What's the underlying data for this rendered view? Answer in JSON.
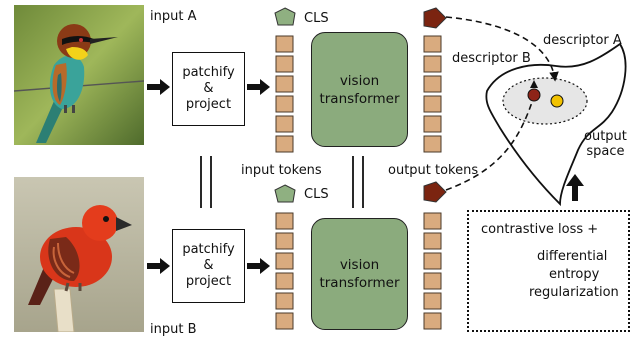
{
  "labels": {
    "input_a": "input A",
    "input_b": "input B",
    "patchify": [
      "patchify",
      "&",
      "project"
    ],
    "cls": "CLS",
    "vision_transformer": [
      "vision",
      "transformer"
    ],
    "input_tokens": "input tokens",
    "output_tokens": "output tokens",
    "descriptor_a": "descriptor A",
    "descriptor_b": "descriptor B",
    "output_space": [
      "output",
      "space"
    ],
    "loss": [
      "contrastive loss +",
      "differential",
      "entropy",
      "regularization"
    ]
  },
  "images": {
    "input_a": "bee-eater bird perched on wire",
    "input_b": "red bishop bird perched on post"
  },
  "colors": {
    "token": "#d9ab7f",
    "cls_input": "#8fb081",
    "cls_output": "#7b2410",
    "vit": "#8bab7d",
    "manifold_ellipse": "#e6e6e6",
    "dot_a": "#f2c200",
    "dot_b": "#8e2418"
  }
}
